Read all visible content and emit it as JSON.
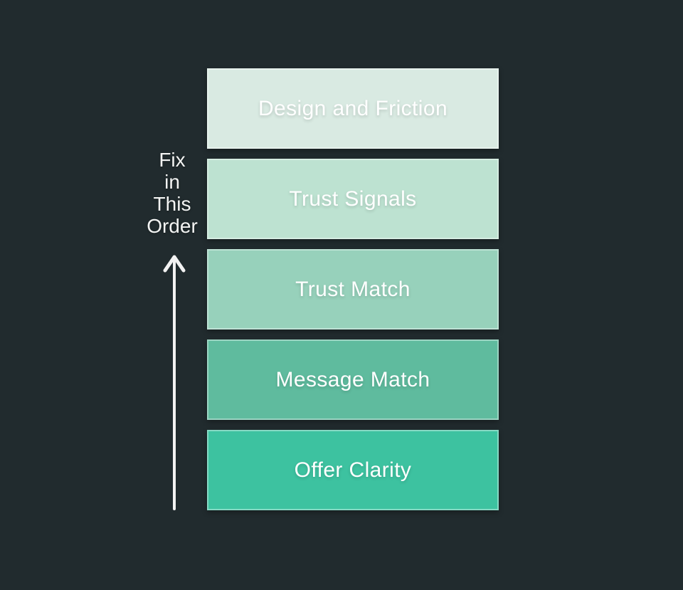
{
  "diagram": {
    "background": "#212b2e",
    "order_label": {
      "text": "Fix in This Order",
      "lines": [
        "Fix",
        "in",
        "This",
        "Order"
      ]
    },
    "arrow": {
      "direction": "up",
      "color": "#f2f2f2"
    },
    "stack": {
      "text_color": "#ffffff",
      "items": [
        {
          "label": "Design and Friction",
          "color": "#d9eae2"
        },
        {
          "label": "Trust Signals",
          "color": "#bde2d1"
        },
        {
          "label": "Trust Match",
          "color": "#97d1bb"
        },
        {
          "label": "Message Match",
          "color": "#5fbb9e"
        },
        {
          "label": "Offer Clarity",
          "color": "#3dc2a0"
        }
      ]
    }
  }
}
